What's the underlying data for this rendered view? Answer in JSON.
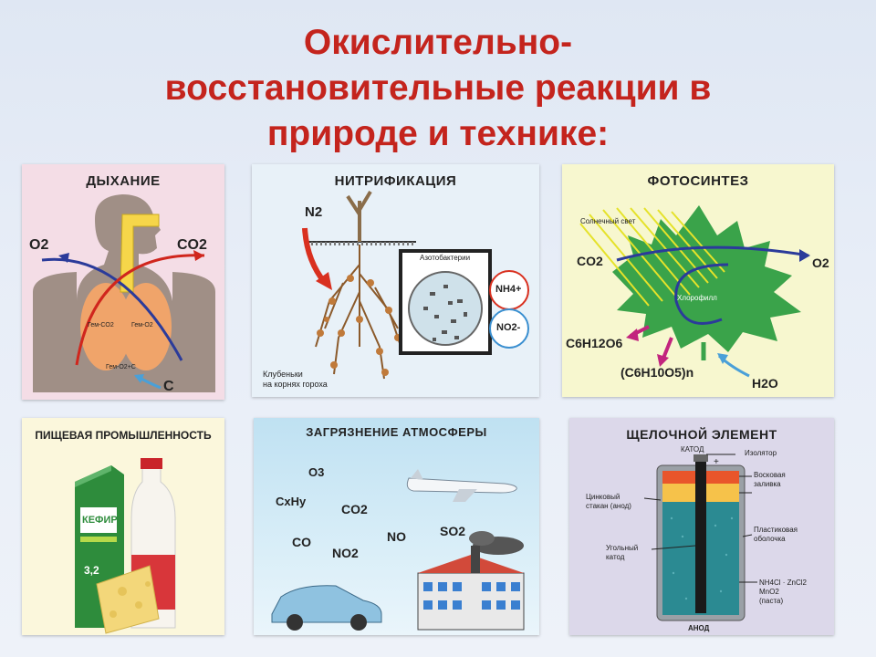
{
  "title": {
    "line1": "Окислительно-",
    "line2": "восстановительные реакции в",
    "line3": "природе и технике:"
  },
  "panels": {
    "breathing": {
      "title": "ДЫХАНИЕ",
      "o2": "O2",
      "co2": "CO2",
      "c": "C",
      "lung_left": "Гем-CO2",
      "lung_right": "Гем-O2",
      "bottom": "Гем-O2+C"
    },
    "nitrification": {
      "title": "НИТРИФИКАЦИЯ",
      "n2": "N2",
      "bacteria": "Азотобактерии",
      "nh4": "NH4+",
      "no2": "NO2-",
      "caption_line1": "Клубеньки",
      "caption_line2": "на корнях гороха"
    },
    "photosynthesis": {
      "title": "ФОТОСИНТЕЗ",
      "sunlight": "Солнечный свет",
      "co2": "CO2",
      "o2": "O2",
      "chlorophyll": "Хлорофилл",
      "glucose": "C6H12O6",
      "starch": "(C6H10O5)n",
      "water": "H2O"
    },
    "food": {
      "title": "ПИЩЕВАЯ ПРОМЫШЛЕННОСТЬ",
      "kefir": "КЕФИР",
      "fat": "3,2"
    },
    "pollution": {
      "title": "ЗАГРЯЗНЕНИЕ АТМОСФЕРЫ",
      "o3": "O3",
      "cxhy": "CxHy",
      "co2": "CO2",
      "co": "CO",
      "no2": "NO2",
      "no": "NO",
      "so2": "SO2"
    },
    "battery": {
      "title": "ЩЕЛОЧНОЙ ЭЛЕМЕНТ",
      "cathode_top": "КАТОД",
      "plus": "+",
      "insulator": "Изолятор",
      "wax_line1": "Восковая",
      "wax_line2": "заливка",
      "zinc_line1": "Цинковый",
      "zinc_line2": "стакан (анод)",
      "plastic_line1": "Пластиковая",
      "plastic_line2": "оболочка",
      "carbon_line1": "Угольный",
      "carbon_line2": "катод",
      "paste_line1": "NH4Cl · ZnCl2",
      "paste_line2": "MnO2",
      "paste_line3": "(паста)",
      "anode": "АНОД"
    }
  }
}
